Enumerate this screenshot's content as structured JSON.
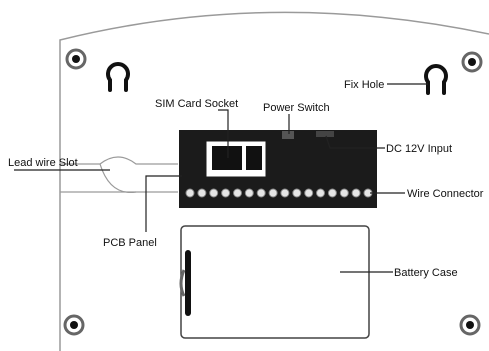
{
  "labels": {
    "sim_card_socket": "SIM Card Socket",
    "power_switch": "Power Switch",
    "fix_hole": "Fix Hole",
    "dc_input": "DC 12V Input",
    "lead_wire_slot": "Lead wire Slot",
    "wire_connector": "Wire Connector",
    "pcb_panel": "PCB Panel",
    "battery_case": "Battery Case"
  },
  "colors": {
    "pcb": "#1b1b1b",
    "outline": "#9a9a9a",
    "leader": "#222222"
  }
}
